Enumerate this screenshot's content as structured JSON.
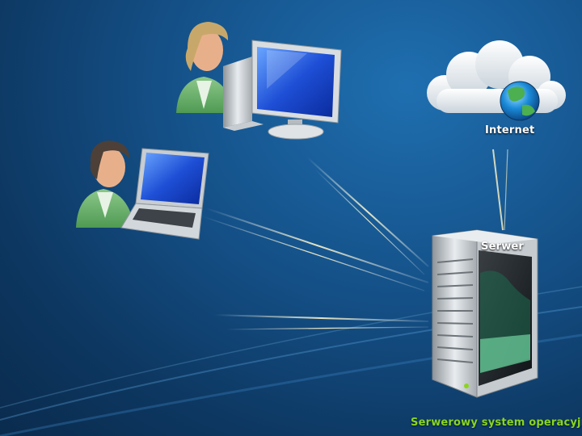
{
  "labels": {
    "internet": "Internet",
    "server": "Serwer",
    "server_os": "Serwerowy system operacyjny"
  },
  "icons": [
    "user-icon",
    "desktop-computer-icon",
    "laptop-icon",
    "cloud-icon",
    "globe-icon",
    "server-tower-icon"
  ],
  "colors": {
    "background": "#15528a",
    "os_label": "#8bd51e",
    "label": "#ffffff"
  }
}
